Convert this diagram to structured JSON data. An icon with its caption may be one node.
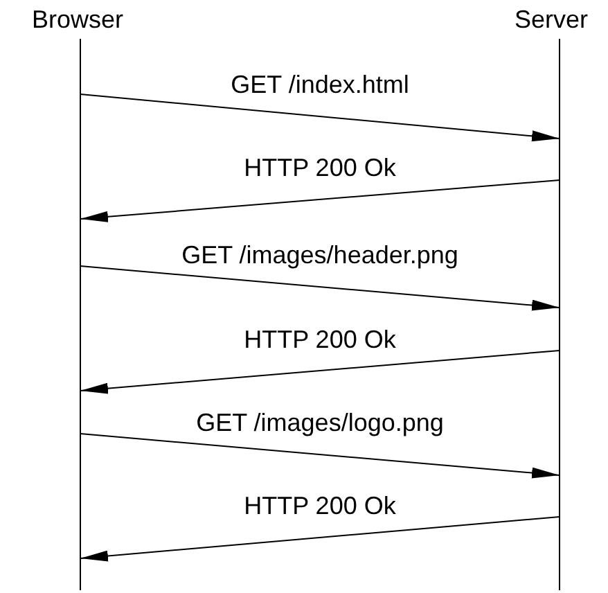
{
  "diagram": {
    "nodes": [
      {
        "text": [
          "Browser"
        ]
      },
      {
        "text": [
          "Server"
        ]
      }
    ],
    "edges": [
      {
        "from": 0,
        "to": 1,
        "arrow": "to",
        "label": "GET /index.html"
      },
      {
        "from": 1,
        "to": 0,
        "arrow": "to",
        "label": "HTTP 200 Ok"
      },
      {
        "from": 0,
        "to": 1,
        "arrow": "to",
        "label": "GET /images/header.png"
      },
      {
        "from": 1,
        "to": 0,
        "arrow": "to",
        "label": "HTTP 200 Ok"
      },
      {
        "from": 0,
        "to": 1,
        "arrow": "to",
        "label": "GET /images/logo.png"
      },
      {
        "from": 1,
        "to": 0,
        "arrow": "to",
        "label": "HTTP 200 Ok"
      }
    ]
  }
}
